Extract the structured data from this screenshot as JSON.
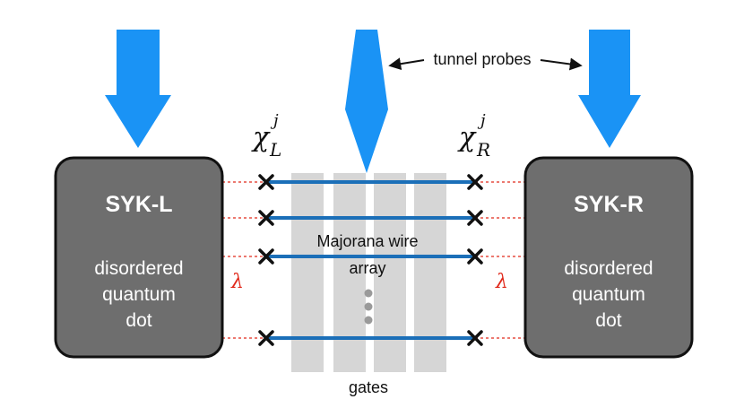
{
  "dots": {
    "left": {
      "title": "SYK-L",
      "lines": [
        "disordered",
        "quantum",
        "dot"
      ]
    },
    "right": {
      "title": "SYK-R",
      "lines": [
        "disordered",
        "quantum",
        "dot"
      ]
    }
  },
  "labels": {
    "tunnel_probes": "tunnel probes",
    "wire_array_line1": "Majorana wire",
    "wire_array_line2": "array",
    "gates": "gates",
    "chi_symbol": "χ",
    "chi_sup": "j",
    "chi_left_sub": "L",
    "chi_right_sub": "R",
    "lambda": "λ"
  },
  "colors": {
    "probe": "#1a93f5",
    "dot_fill": "#6e6e6e",
    "dot_border": "#111111",
    "wire": "#1b6fb8",
    "gate": "#d6d6d6",
    "coupling": "#e0291b",
    "marker": "#111111",
    "ellipsis": "#9a9a9a"
  },
  "wire_count_shown": 4
}
